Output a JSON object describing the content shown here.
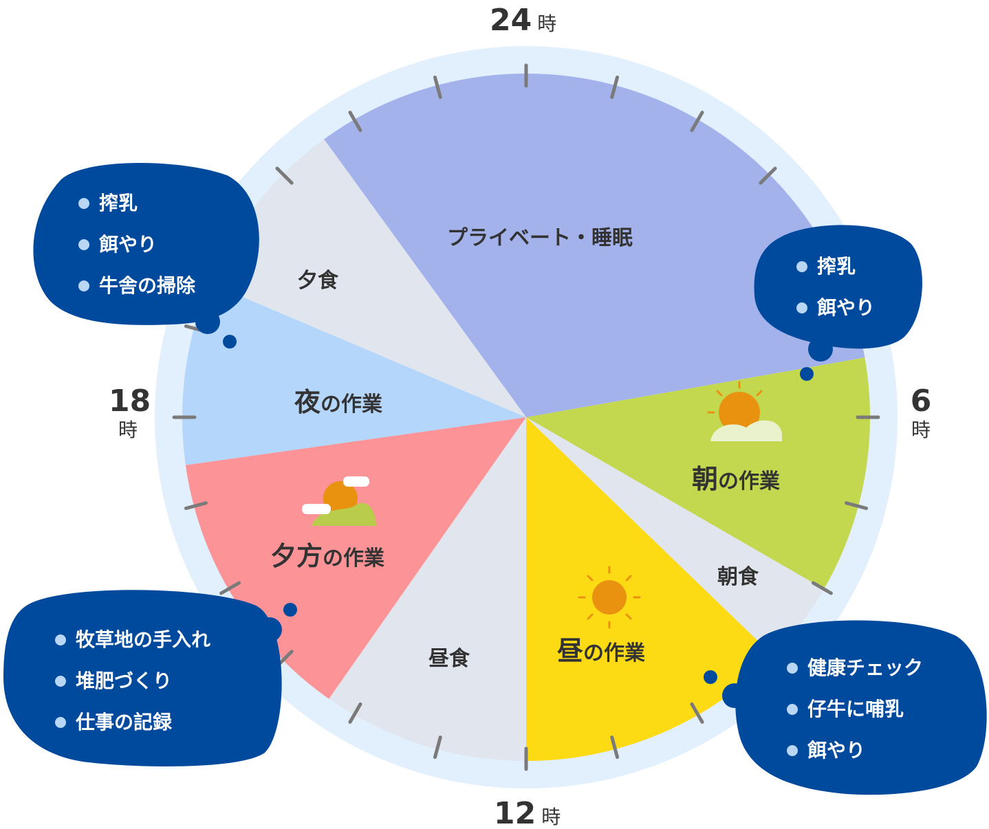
{
  "hours": {
    "top": {
      "num": "24",
      "unit": "時"
    },
    "right": {
      "num": "6",
      "unit": "時"
    },
    "bottom": {
      "num": "12",
      "unit": "時"
    },
    "left": {
      "num": "18",
      "unit": "時"
    }
  },
  "segments": {
    "private": {
      "label": "プライベート・睡眠",
      "color": "#a4b2ec"
    },
    "morning": {
      "big": "朝",
      "rest": "の作業",
      "color": "#c3d84e"
    },
    "breakfast": {
      "label": "朝食",
      "color": "#e0e5ee"
    },
    "day": {
      "big": "昼",
      "rest": "の作業",
      "color": "#fddb14"
    },
    "lunch": {
      "label": "昼食",
      "color": "#e0e5ee"
    },
    "evening": {
      "big": "夕方",
      "rest": "の作業",
      "color": "#fc9497"
    },
    "night": {
      "big": "夜",
      "rest": "の作業",
      "color": "#b5d6fb"
    },
    "dinner": {
      "label": "夕食",
      "color": "#e0e5ee"
    }
  },
  "bubbles": {
    "morning": [
      "搾乳",
      "餌やり"
    ],
    "day": [
      "健康チェック",
      "仔牛に哺乳",
      "餌やり"
    ],
    "evening": [
      "牧草地の手入れ",
      "堆肥づくり",
      "仕事の記録"
    ],
    "night": [
      "搾乳",
      "餌やり",
      "牛舎の掃除"
    ]
  },
  "colors": {
    "ring": "#e2effc",
    "bubble": "#004a9e",
    "bubble_dot": "#b9d6f4",
    "tick": "#7a7a7a",
    "sun": "#e8920f"
  },
  "icons": {
    "morning": "sunrise-icon",
    "day": "sun-icon",
    "evening": "sunset-icon",
    "night": "moon-icon"
  }
}
